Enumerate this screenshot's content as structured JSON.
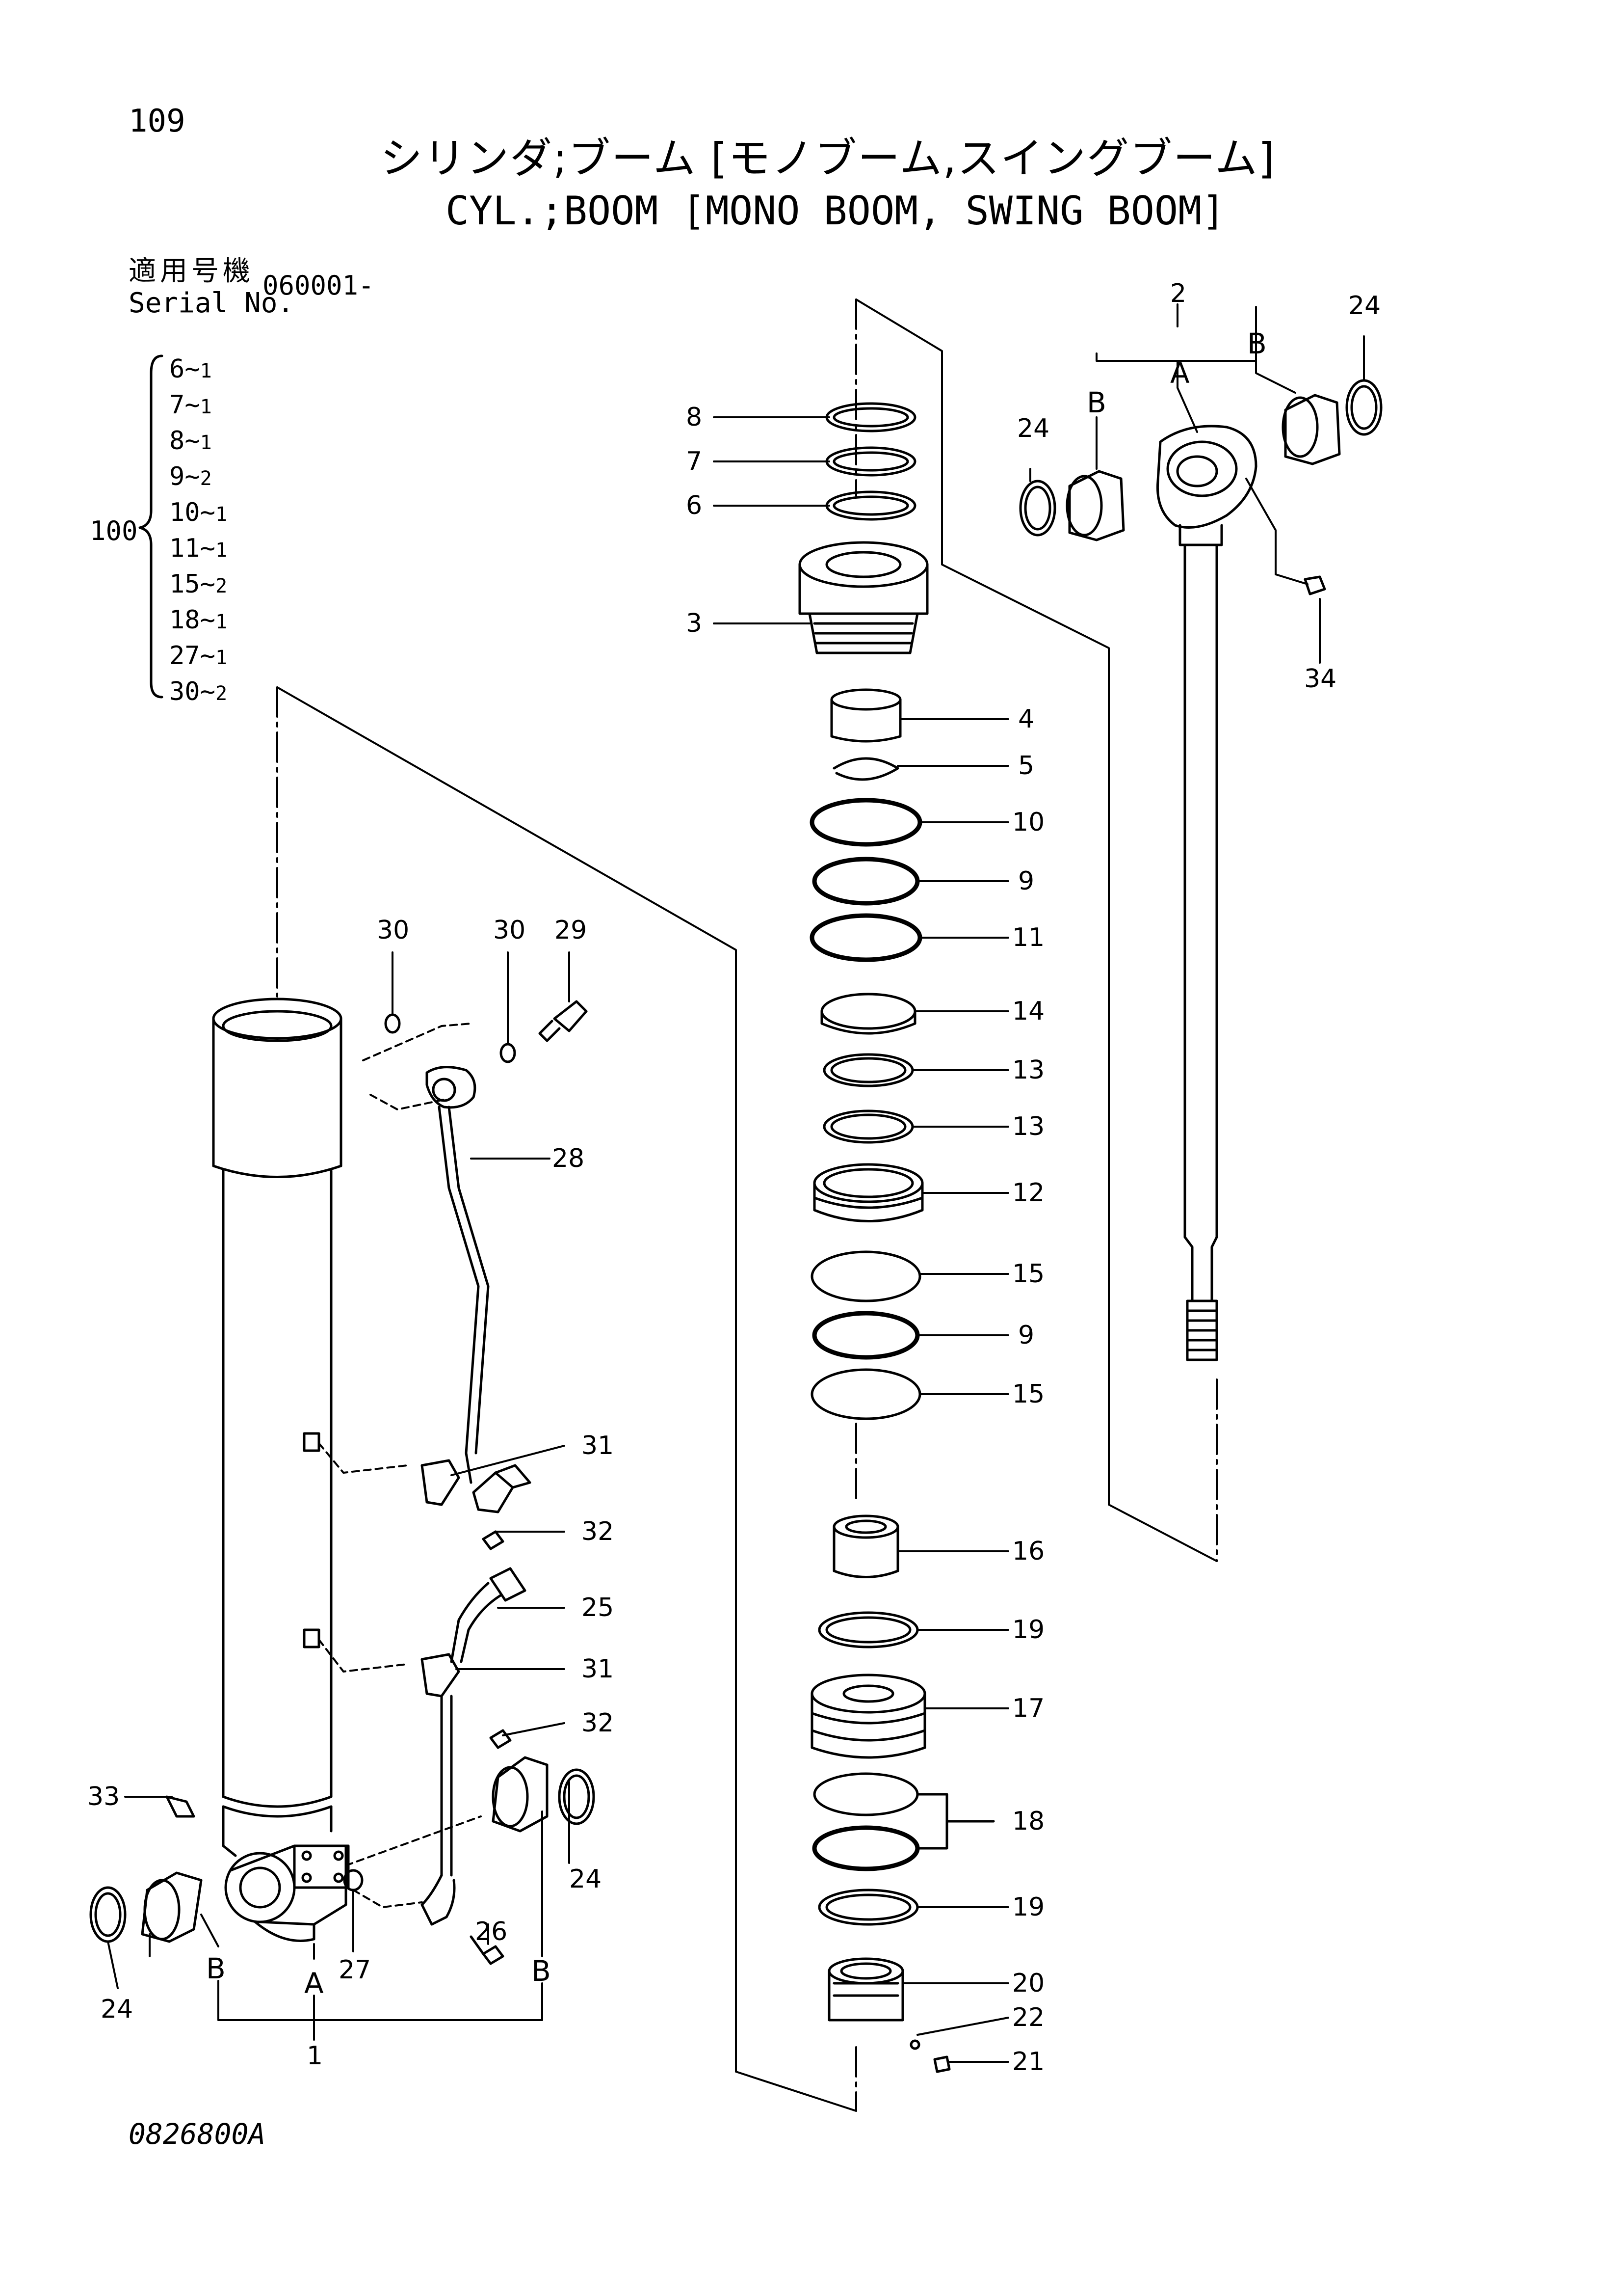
{
  "page_number": "109",
  "title_jp": "シリンダ;ブーム [モノブーム,スイングブーム]",
  "title_en": "CYL.;BOOM [MONO BOOM, SWING BOOM]",
  "serial": {
    "label_jp": "適用号機",
    "label_en": "Serial No.",
    "value": "060001-"
  },
  "kit": {
    "label": "100",
    "items": [
      {
        "part": "6",
        "qty": "1"
      },
      {
        "part": "7",
        "qty": "1"
      },
      {
        "part": "8",
        "qty": "1"
      },
      {
        "part": "9",
        "qty": "2"
      },
      {
        "part": "10",
        "qty": "1"
      },
      {
        "part": "11",
        "qty": "1"
      },
      {
        "part": "15",
        "qty": "2"
      },
      {
        "part": "18",
        "qty": "1"
      },
      {
        "part": "27",
        "qty": "1"
      },
      {
        "part": "30",
        "qty": "2"
      }
    ]
  },
  "callouts": {
    "p1": "1",
    "p2": "2",
    "p3": "3",
    "p4": "4",
    "p5": "5",
    "p6": "6",
    "p7": "7",
    "p8": "8",
    "p9a": "9",
    "p9b": "9",
    "p10": "10",
    "p11": "11",
    "p12": "12",
    "p13a": "13",
    "p13b": "13",
    "p14": "14",
    "p15a": "15",
    "p15b": "15",
    "p16": "16",
    "p17": "17",
    "p18": "18",
    "p19a": "19",
    "p19b": "19",
    "p20": "20",
    "p21": "21",
    "p22": "22",
    "p24a": "24",
    "p24b": "24",
    "p24c": "24",
    "p24d": "24",
    "p25": "25",
    "p26": "26",
    "p27": "27",
    "p28": "28",
    "p29": "29",
    "p30a": "30",
    "p30b": "30",
    "p31a": "31",
    "p31b": "31",
    "p32a": "32",
    "p32b": "32",
    "p33": "33",
    "p34": "34",
    "A_tube": "A",
    "B_tube_left": "B",
    "B_tube_right": "B",
    "A_rod": "A",
    "B_rod_left": "B",
    "B_rod_right": "B"
  },
  "drawing_number": "0826800A"
}
